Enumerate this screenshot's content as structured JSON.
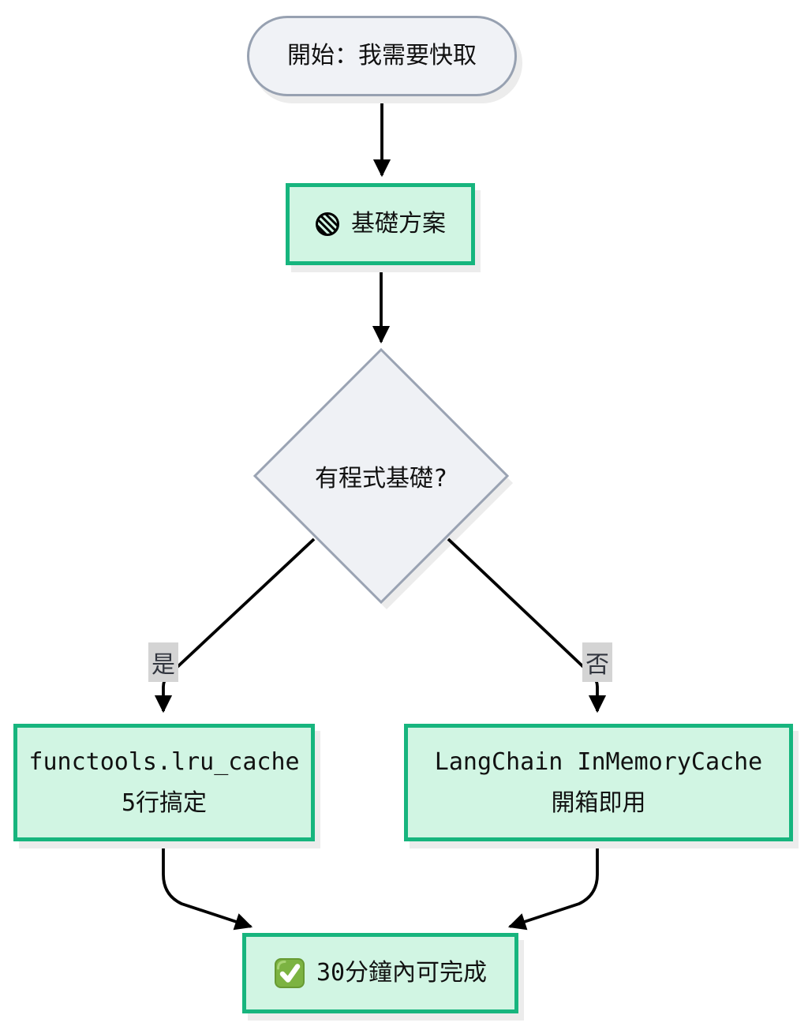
{
  "diagram": {
    "type": "flowchart",
    "direction": "top-down",
    "nodes": {
      "start": {
        "shape": "stadium",
        "label": "開始：我需要快取"
      },
      "basic": {
        "shape": "rect",
        "icon": "hatched-circle-target",
        "label": "基礎方案"
      },
      "decision": {
        "shape": "diamond",
        "label": "有程式基礎?"
      },
      "yes_result": {
        "shape": "rect",
        "line1": "functools.lru_cache",
        "line2": "5行搞定"
      },
      "no_result": {
        "shape": "rect",
        "line1": "LangChain InMemoryCache",
        "line2": "開箱即用"
      },
      "done": {
        "shape": "rect",
        "icon": "green-check-mark",
        "label": "30分鐘內可完成"
      }
    },
    "edges": {
      "start_to_basic": {
        "from": "start",
        "to": "basic",
        "label": ""
      },
      "basic_to_decision": {
        "from": "basic",
        "to": "decision",
        "label": ""
      },
      "decision_yes": {
        "from": "decision",
        "to": "yes_result",
        "label": "是"
      },
      "decision_no": {
        "from": "decision",
        "to": "no_result",
        "label": "否"
      },
      "yes_to_done": {
        "from": "yes_result",
        "to": "done",
        "label": ""
      },
      "no_to_done": {
        "from": "no_result",
        "to": "done",
        "label": ""
      }
    },
    "colors": {
      "background": "#ffffff",
      "green_node_fill": "#d1f5e3",
      "green_node_border": "#17b57e",
      "neutral_node_fill": "#f0f2f6",
      "neutral_node_border": "#97a1b1",
      "edge_stroke": "#000000",
      "edge_label_bg": "#d4d4d4",
      "edge_label_text": "#32363f",
      "shadow": "#ececec",
      "check_icon_green": "#7cb342"
    }
  }
}
